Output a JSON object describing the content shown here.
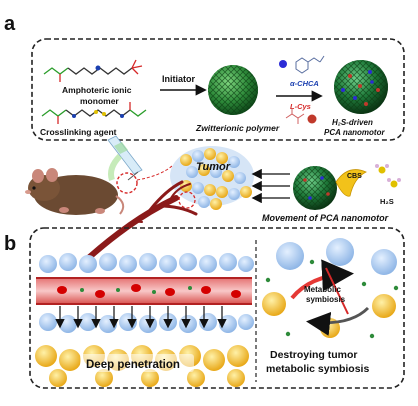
{
  "panel_a": {
    "label": "a",
    "amphoteric_label_1": "Amphoteric ionic",
    "amphoteric_label_2": "monomer",
    "crosslinker_label": "Crosslinking agent",
    "initiator_label": "Initiator",
    "polymer_label": "Zwitterionic polymer",
    "chca_label": "α-CHCA",
    "lcys_label": "L-Cys",
    "nanomotor_label_1": "H₂S-driven",
    "nanomotor_label_2": "PCA nanomotor"
  },
  "middle": {
    "tumor_label": "Tumor",
    "cbs_label": "CBS",
    "h2s_label": "H₂S",
    "movement_label": "Movement of PCA nanomotor"
  },
  "panel_b": {
    "label": "b",
    "deep_penetration_label": "Deep penetration",
    "metabolic_symbiosis_1": "Metabolic",
    "metabolic_symbiosis_2": "symbiosis",
    "destroying_1": "Destroying tumor",
    "destroying_2": "metabolic symbiosis"
  },
  "colors": {
    "nanomotor_green": "#2e8b3a",
    "vessel_red": "#c0392b",
    "tumor_yellow": "#f4c430",
    "cell_blue": "#a8c8ee"
  }
}
